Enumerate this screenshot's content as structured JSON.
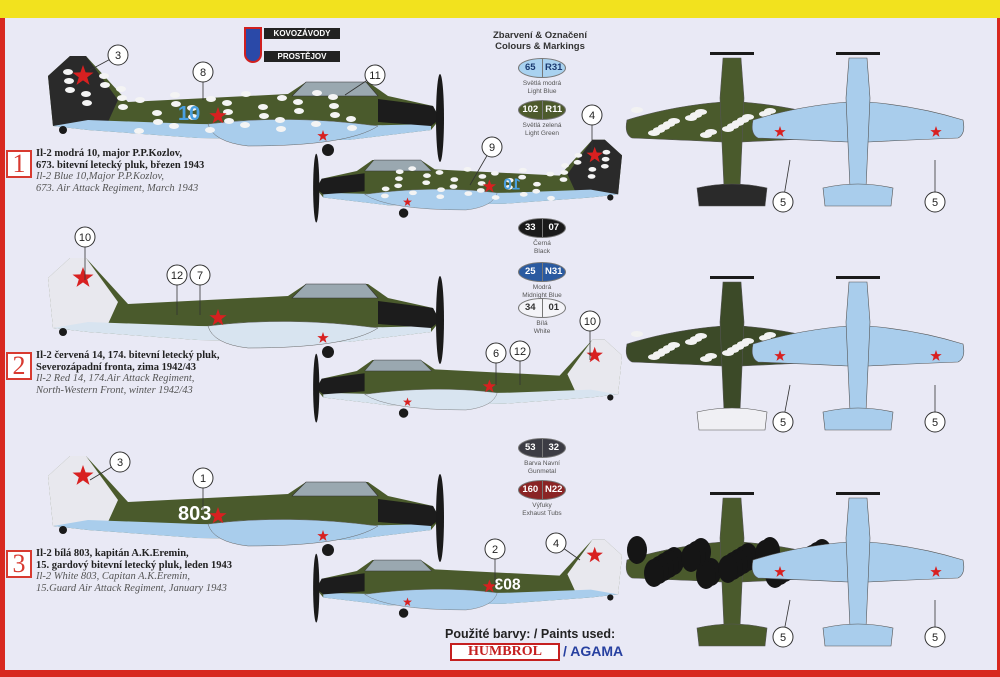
{
  "header": {
    "legend_title_cz": "Zbarvení & Označení",
    "legend_title_en": "Colours & Markings",
    "manufacturer_top": "KOVOZÁVODY",
    "manufacturer_bottom": "PROSTĚJOV"
  },
  "colors": [
    {
      "code": "65",
      "ref": "R31",
      "name_cz": "Světlá modrá",
      "name_en": "Light Blue",
      "hex": "#a9d2f0",
      "text": "#1a3a70"
    },
    {
      "code": "102",
      "ref": "R11",
      "name_cz": "Světlá zelená",
      "name_en": "Light Green",
      "hex": "#4d5a2c",
      "text": "#ffffff"
    },
    {
      "code": "33",
      "ref": "07",
      "name_cz": "Černá",
      "name_en": "Black",
      "hex": "#1a1a1a",
      "text": "#ffffff"
    },
    {
      "code": "25",
      "ref": "N31",
      "name_cz": "Modrá",
      "name_en": "Midnight Blue",
      "hex": "#2a5aa0",
      "text": "#ffffff"
    },
    {
      "code": "34",
      "ref": "01",
      "name_cz": "Bílá",
      "name_en": "White",
      "hex": "#f4f4f8",
      "text": "#333333"
    },
    {
      "code": "53",
      "ref": "32",
      "name_cz": "Barva Navní",
      "name_en": "Gunmetal",
      "hex": "#3c3c44",
      "text": "#ffffff"
    },
    {
      "code": "160",
      "ref": "N22",
      "name_cz": "Výfuky",
      "name_en": "Exhaust Tubs",
      "hex": "#8a2424",
      "text": "#ffffff"
    }
  ],
  "schemes": [
    {
      "number": "1",
      "cz_line1": "Il-2 modrá 10,  major P.P.Kozlov,",
      "cz_line2": "673. bitevní letecký pluk, březen 1943",
      "en_line1": "Il-2 Blue 10,Major P.P.Kozlov,",
      "en_line2": "673. Air Attack Regiment, March 1943",
      "tail_code": "10"
    },
    {
      "number": "2",
      "cz_line1": "Il-2 červená 14,  174. bitevní letecký pluk,",
      "cz_line2": "Severozápadní fronta, zima 1942/43",
      "en_line1": "Il-2 Red 14, 174.Air Attack Regiment,",
      "en_line2": "North-Western Front, winter 1942/43",
      "tail_code": ""
    },
    {
      "number": "3",
      "cz_line1": "Il-2 bílá 803,  kapitán A.K.Eremin,",
      "cz_line2": "15. gardový bitevní letecký pluk, leden 1943",
      "en_line1": "Il-2 White 803,  Capitan A.K.Eremin,",
      "en_line2": "15.Guard  Air Attack Regiment, January 1943",
      "tail_code": "803"
    }
  ],
  "callouts": {
    "s1": [
      "3",
      "8",
      "11",
      "9",
      "4",
      "5",
      "5"
    ],
    "s2": [
      "10",
      "12",
      "7",
      "6",
      "12",
      "10",
      "5",
      "5"
    ],
    "s3": [
      "3",
      "1",
      "2",
      "4",
      "5",
      "5"
    ]
  },
  "footer": {
    "paints_label": "Použité barvy: / Paints used:",
    "brand1": "HUMBROL",
    "separator": "/",
    "brand2": "AGAMA"
  }
}
